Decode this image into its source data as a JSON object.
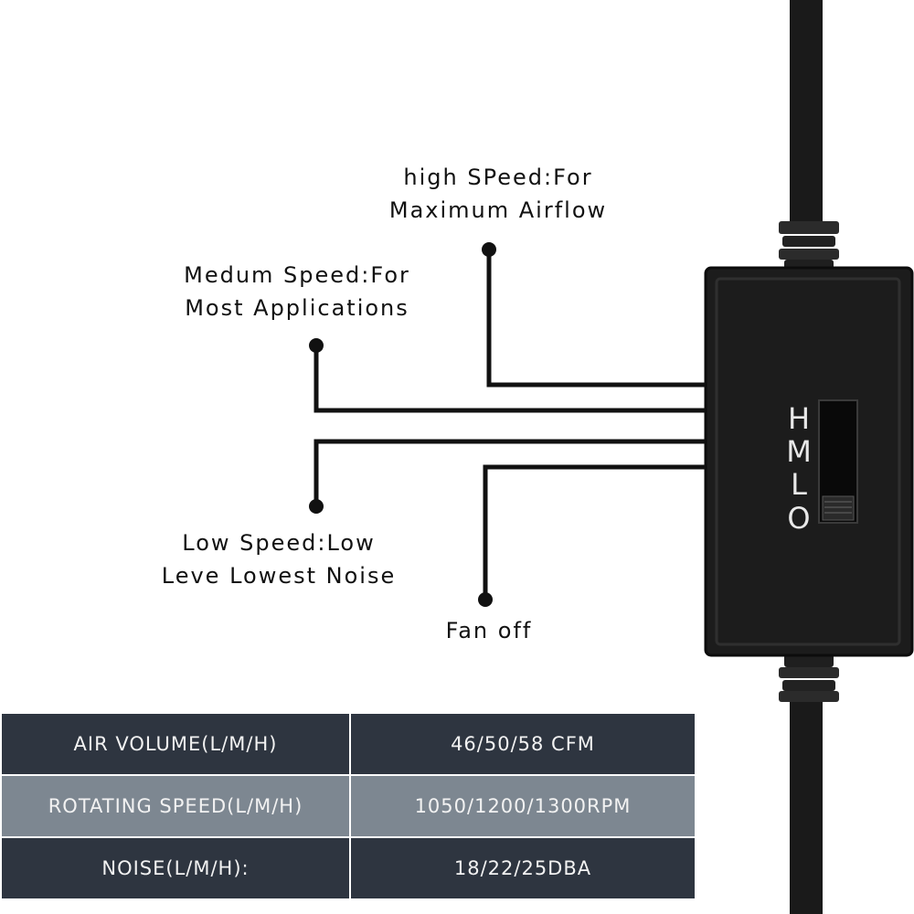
{
  "labels": {
    "high": {
      "line1": "high  SPeed:For",
      "line2": "Maximum Airflow"
    },
    "medium": {
      "line1": "Medum Speed:For",
      "line2": "Most Applications"
    },
    "low": {
      "line1": "Low  Speed:Low",
      "line2": "Leve Lowest Noise"
    },
    "off": {
      "line1": "Fan  off"
    }
  },
  "switch": {
    "letters": [
      "H",
      "M",
      "L",
      "O"
    ]
  },
  "spec_table": [
    {
      "name": "AIR VOLUME(L/M/H)",
      "value": "46/50/58 CFM"
    },
    {
      "name": "ROTATING SPEED(L/M/H)",
      "value": "1050/1200/1300RPM"
    },
    {
      "name": "NOISE(L/M/H):",
      "value": "18/22/25DBA"
    }
  ],
  "colors": {
    "table_dark": "#2e3540",
    "table_light": "#7d8791",
    "device": "#1c1c1c"
  }
}
